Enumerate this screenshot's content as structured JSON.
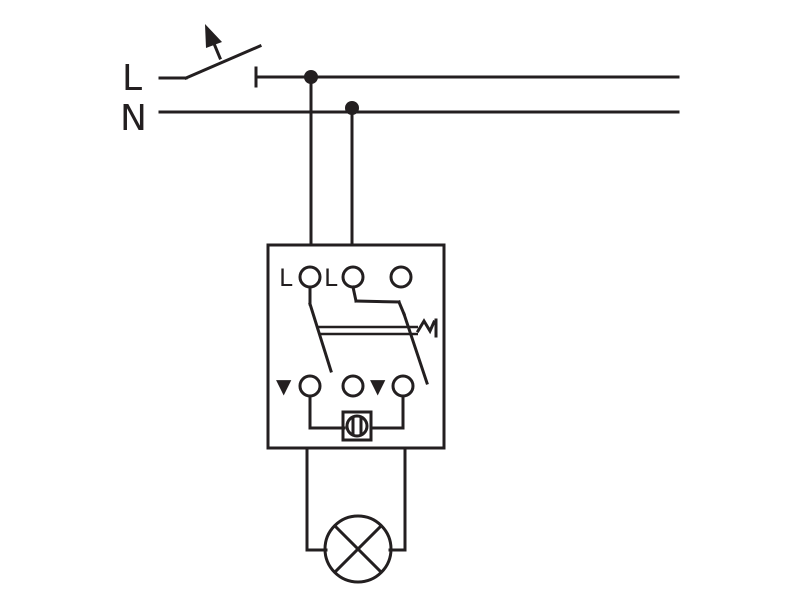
{
  "lines": {
    "line_label": "L",
    "neutral_label": "N"
  },
  "device": {
    "terminal_1_label": "L",
    "terminal_2_label": "L",
    "lower_left_marker": "▼",
    "lower_right_marker": "▼"
  },
  "colors": {
    "ink": "#231f20",
    "background": "#ffffff"
  },
  "icons": {
    "main_switch": "switch-icon",
    "lamp": "lamp-icon",
    "indicator": "indicator-icon"
  }
}
